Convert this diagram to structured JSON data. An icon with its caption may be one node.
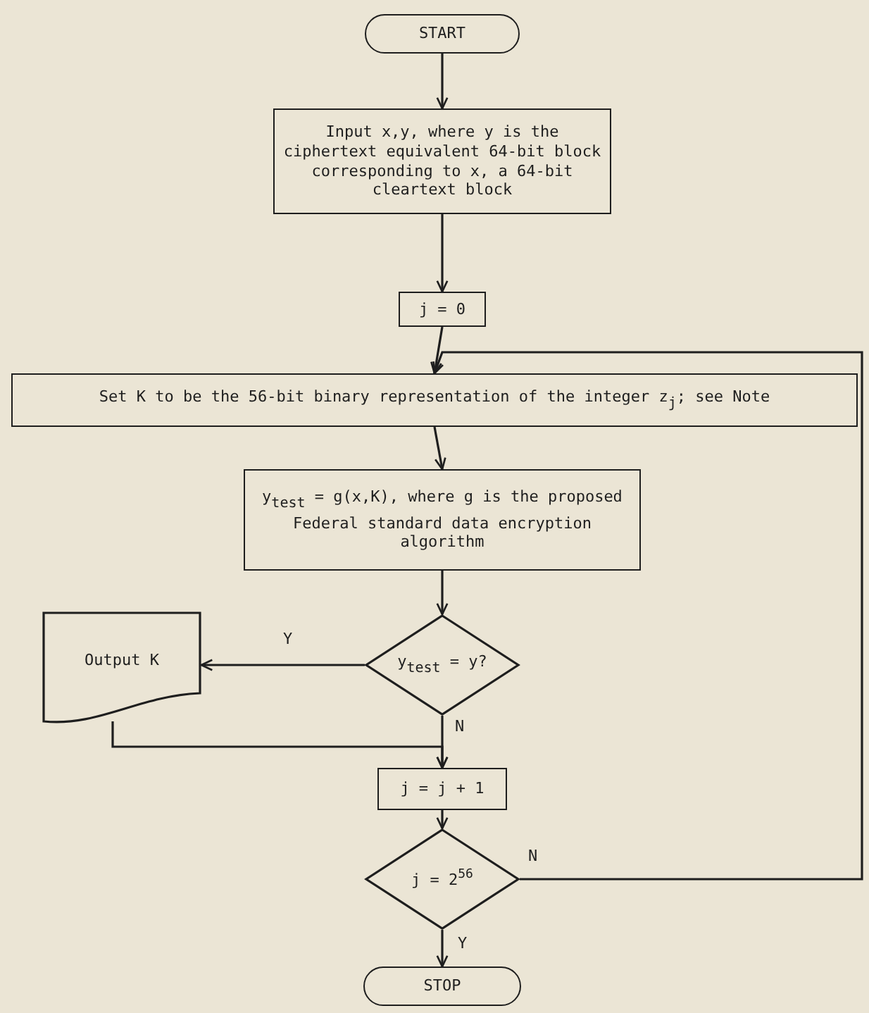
{
  "diagram": {
    "nodes": [
      {
        "text": [
          "START"
        ]
      },
      {
        "text": [
          "Input x,y, where y is the ciphertext equivalent 64-bit block corresponding to x, a 64-bit cleartext block"
        ]
      },
      {
        "text": [
          "j = 0"
        ]
      },
      {
        "text": [
          "Set K to be the 56-bit binary representation of the integer z$_{j}$; see Note"
        ]
      },
      {
        "text": [
          "y$_{test}$ = g(x,K), where g is the proposed Federal standard data encryption algorithm"
        ]
      },
      {
        "text": [
          "y$_{test}$ = y?"
        ]
      },
      {
        "text": [
          "Output K"
        ]
      },
      {
        "text": [
          "j = j + 1"
        ]
      },
      {
        "text": [
          "j = 2$^{56}$"
        ]
      },
      {
        "text": [
          "STOP"
        ]
      }
    ],
    "edges": [
      {
        "from": 0,
        "to": 1,
        "arrow": "to"
      },
      {
        "from": 1,
        "to": 2,
        "arrow": "to"
      },
      {
        "from": 2,
        "to": 3,
        "arrow": "to"
      },
      {
        "from": 3,
        "to": 4,
        "arrow": "to"
      },
      {
        "from": 4,
        "to": 5,
        "arrow": "to"
      },
      {
        "from": 5,
        "to": 6,
        "arrow": "to",
        "label": "Y"
      },
      {
        "from": 5,
        "to": 7,
        "arrow": "to",
        "label": "N"
      },
      {
        "from": 6,
        "to": 7,
        "arrow": "to"
      },
      {
        "from": 7,
        "to": 8,
        "arrow": "to"
      },
      {
        "from": 8,
        "to": 3,
        "arrow": "to",
        "label": "N"
      },
      {
        "from": 8,
        "to": 9,
        "arrow": "to",
        "label": "Y"
      }
    ]
  }
}
